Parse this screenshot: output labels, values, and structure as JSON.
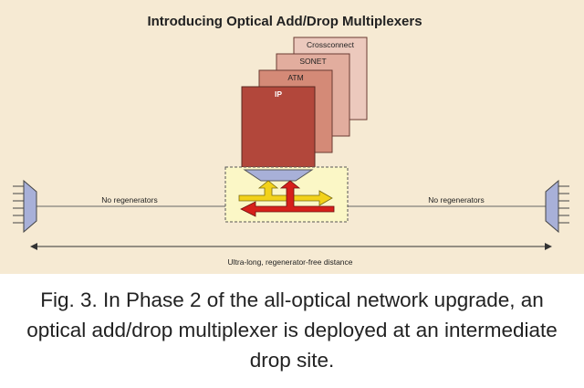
{
  "figure": {
    "title": "Introducing Optical Add/Drop Multiplexers",
    "layers": [
      "Crossconnect",
      "SONET",
      "ATM",
      "IP"
    ],
    "left_span_label": "No regenerators",
    "right_span_label": "No regenerators",
    "distance_label": "Ultra-long, regenerator-free distance"
  },
  "caption": {
    "text": "Fig. 3. In Phase 2 of the all-optical network upgrade, an optical add/drop multiplexer is deployed at an intermediate drop site."
  },
  "colors": {
    "background": "#f6ead3",
    "layer_front": "#b2473b",
    "layer_back": "#e8c1b4",
    "layer_middle": "#d98c7b",
    "oadm_box": "#fbf7c6",
    "arrow_yellow": "#f2d21a",
    "arrow_red": "#d6201b",
    "mux_blue": "#a8b0d8"
  }
}
